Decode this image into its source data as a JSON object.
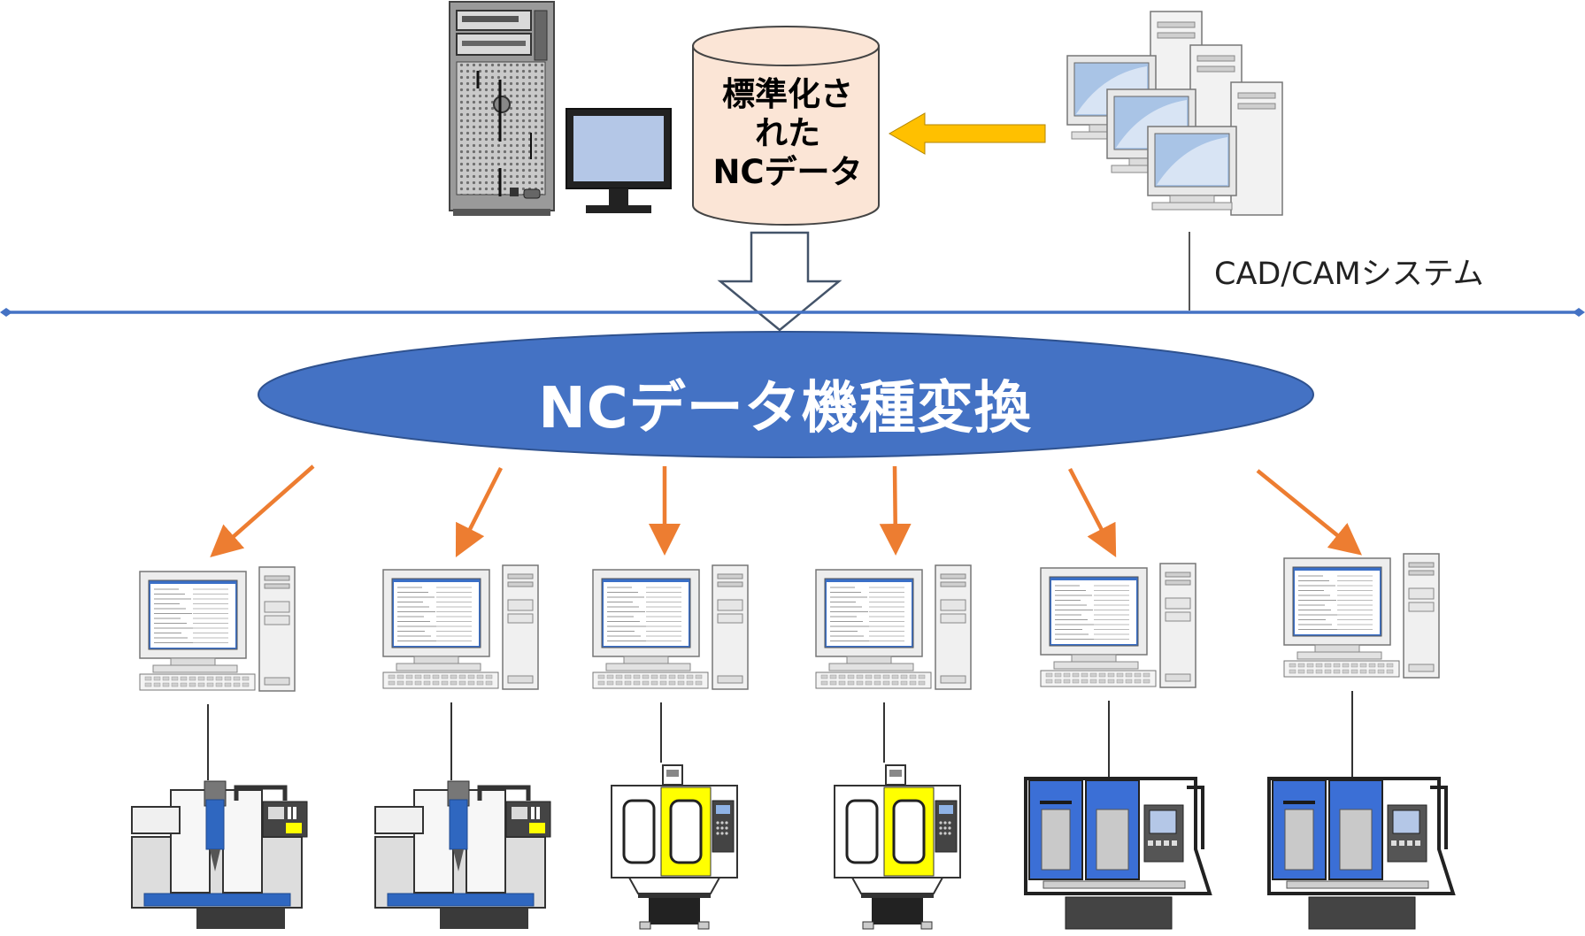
{
  "diagram": {
    "database_label_lines": [
      "標準化さ",
      "れた",
      "NCデータ"
    ],
    "cad_label": "CAD/CAMシステム",
    "center_label": "NCデータ機種変換",
    "colors": {
      "network_line": "#4472c4",
      "ellipse_fill": "#4472c4",
      "db_fill": "#fbe5d6",
      "yellow_arrow": "#ffc000",
      "orange_arrow": "#ed7d31",
      "screen_blue": "#a9c4e6",
      "machine_blue": "#3b6fd6",
      "machine_yellow": "#ffff00"
    },
    "icons": {
      "server": "server-tower-icon",
      "monitor": "monitor-icon",
      "cad_workstations": "workstation-cluster-icon",
      "controller_pc": "desktop-pc-icon",
      "machining_center": "machining-center-icon",
      "vertical_mc": "vertical-machining-center-icon",
      "lathe": "cnc-lathe-icon"
    },
    "nodes": [
      {
        "machine": "machining_center"
      },
      {
        "machine": "machining_center"
      },
      {
        "machine": "vertical_mc"
      },
      {
        "machine": "vertical_mc"
      },
      {
        "machine": "lathe"
      },
      {
        "machine": "lathe"
      }
    ]
  }
}
